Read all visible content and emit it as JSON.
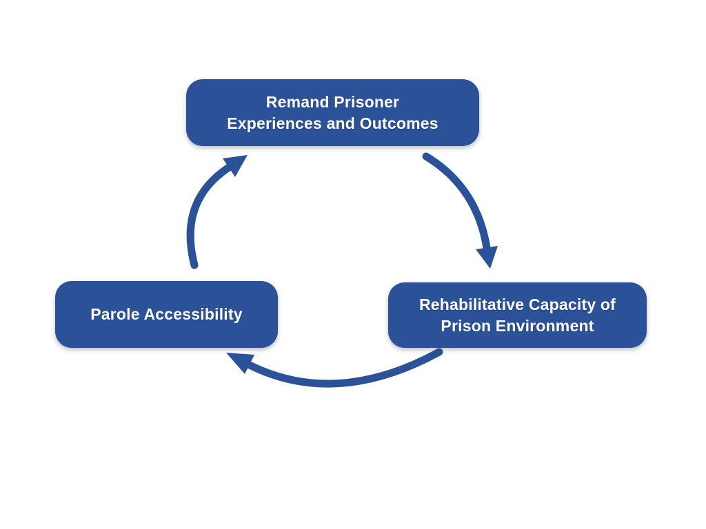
{
  "diagram": {
    "type": "cycle",
    "background": "#ffffff",
    "colors": {
      "node_fill": "#2b5299",
      "node_text": "#ffffff",
      "arrow": "#2b5299"
    },
    "nodes": [
      {
        "id": "remand-prisoner-experiences",
        "position": "top",
        "label_lines": [
          "Remand Prisoner",
          "Experiences and Outcomes"
        ]
      },
      {
        "id": "rehabilitative-capacity",
        "position": "right",
        "label_lines": [
          "Rehabilitative Capacity of",
          "Prison Environment"
        ]
      },
      {
        "id": "parole-accessibility",
        "position": "left",
        "label_lines": [
          "Parole Accessibility"
        ]
      }
    ],
    "edges": [
      {
        "from": "remand-prisoner-experiences",
        "to": "rehabilitative-capacity"
      },
      {
        "from": "rehabilitative-capacity",
        "to": "parole-accessibility"
      },
      {
        "from": "parole-accessibility",
        "to": "remand-prisoner-experiences"
      }
    ]
  }
}
